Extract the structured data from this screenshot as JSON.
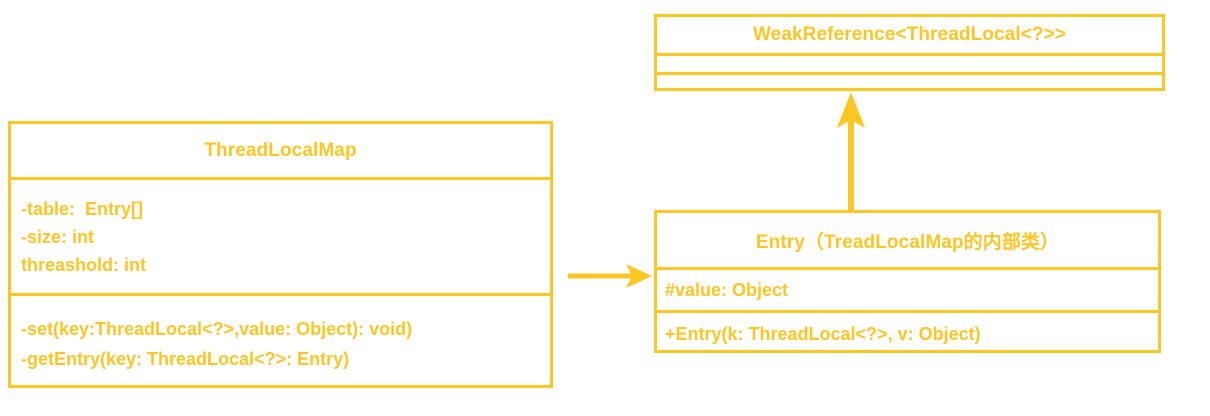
{
  "diagram": {
    "type": "uml-class-diagram",
    "accent_color": "#fcc623",
    "background_color": "#ffffff",
    "classes": [
      {
        "id": "threadlocalmap",
        "name": "ThreadLocalMap",
        "attributes": [
          "-table:  Entry[]",
          "-size: int",
          "threashold: int"
        ],
        "methods": [
          "-set(key:ThreadLocal<?>,value: Object): void)",
          "-getEntry(key: ThreadLocal<?>: Entry)"
        ]
      },
      {
        "id": "weakreference",
        "name": "WeakReference<ThreadLocal<?>>",
        "attributes": [],
        "methods": []
      },
      {
        "id": "entry",
        "name": "Entry（TreadLocalMap的内部类）",
        "attributes": [
          "#value: Object"
        ],
        "methods": [
          "+Entry(k: ThreadLocal<?>, v: Object)"
        ]
      }
    ],
    "connectors": [
      {
        "id": "map-to-entry",
        "from": "threadlocalmap",
        "to": "entry",
        "direction": "right",
        "style": "solid-filled-arrow"
      },
      {
        "id": "entry-to-weakreference",
        "from": "entry",
        "to": "weakreference",
        "direction": "up",
        "style": "solid-filled-arrow"
      }
    ]
  }
}
